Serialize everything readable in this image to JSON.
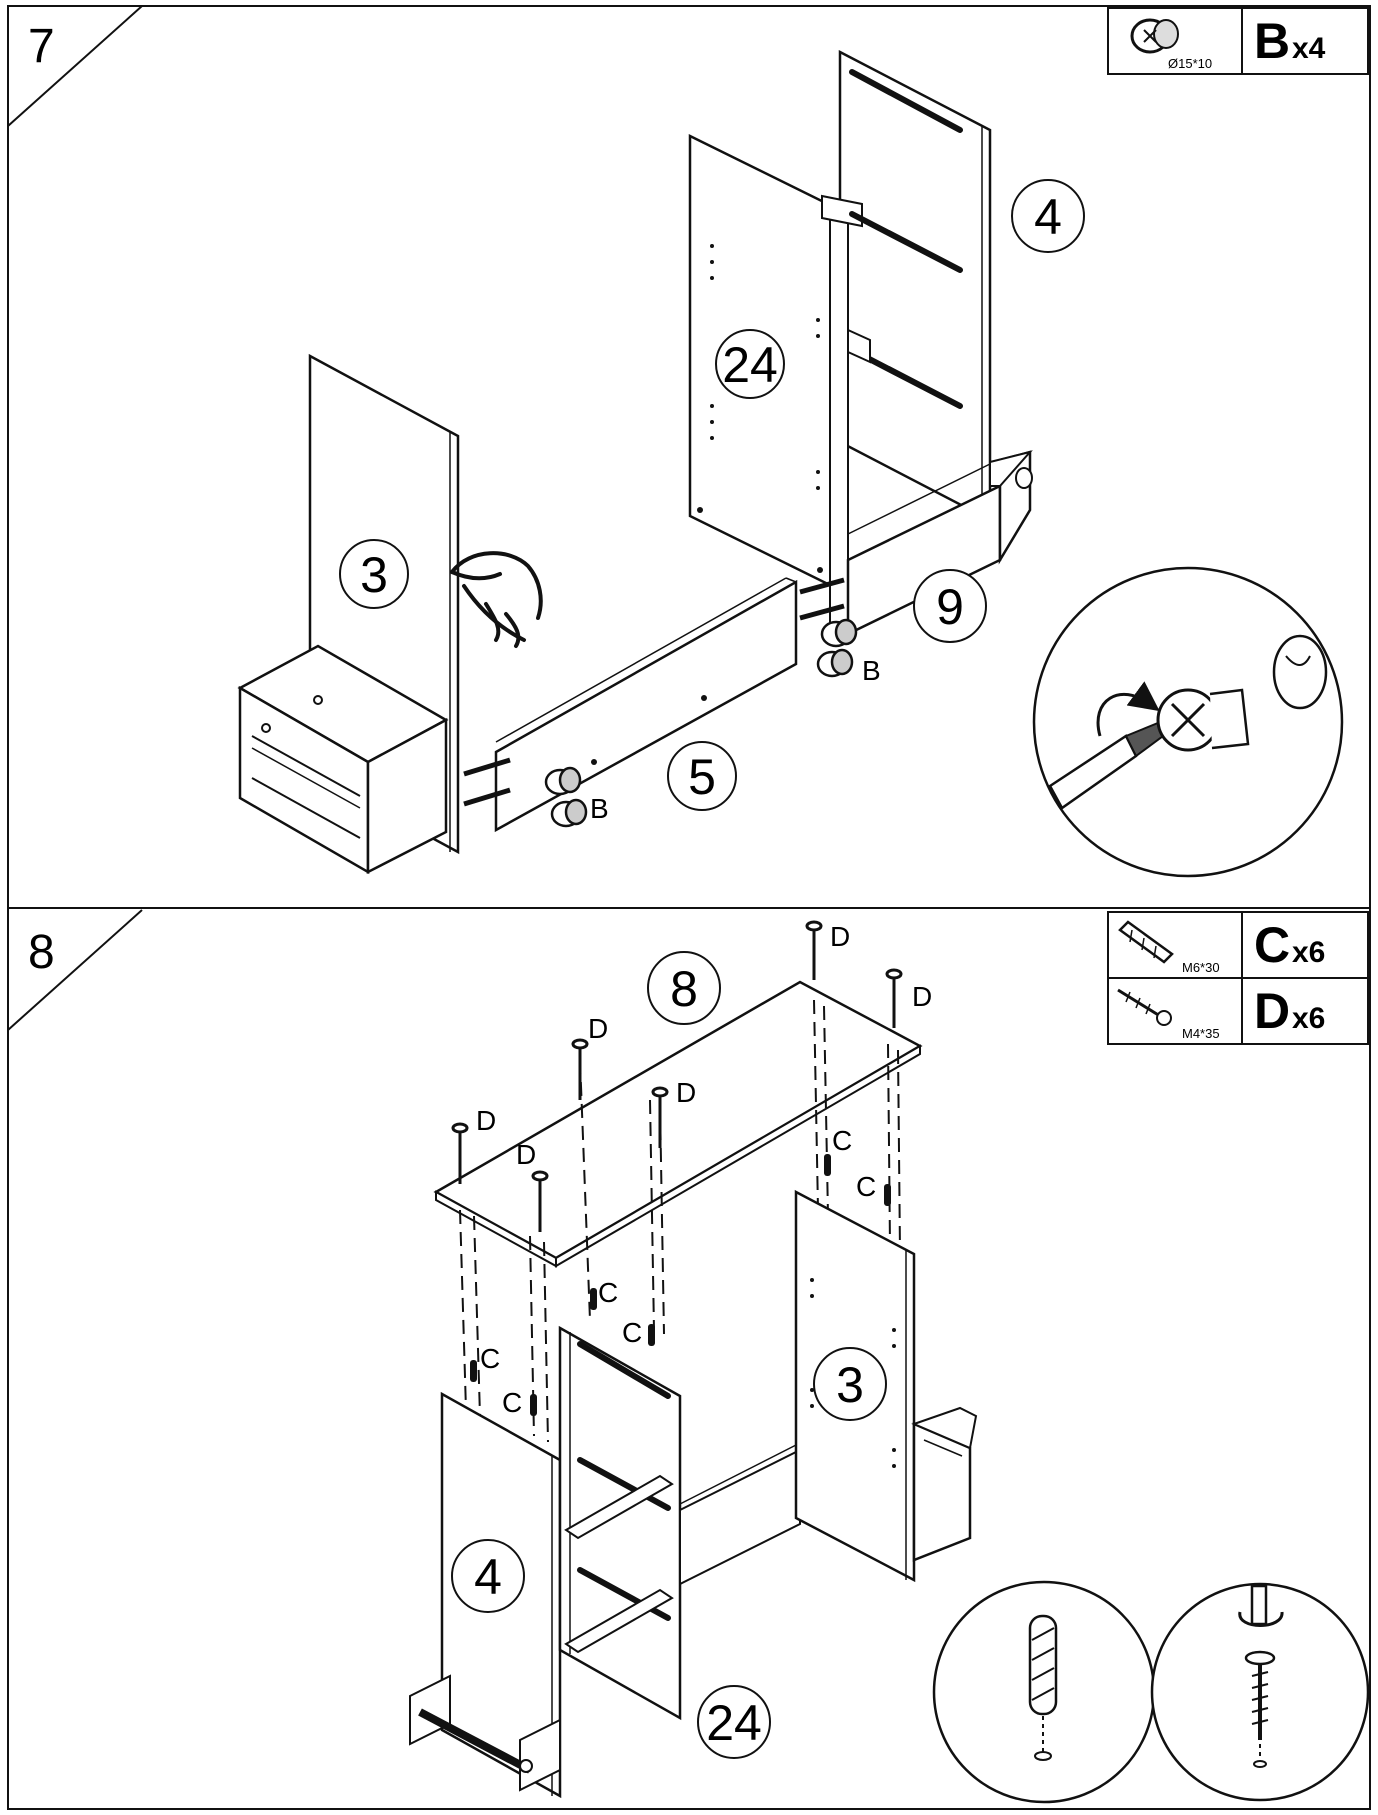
{
  "steps": [
    {
      "number": "7",
      "hardware": [
        {
          "code": "B",
          "qty": "x4",
          "size": "Ø15*10",
          "icon": "cam-lock-icon"
        }
      ],
      "parts": [
        "24",
        "4",
        "3",
        "9",
        "5"
      ],
      "fastener_labels": [
        "B",
        "B"
      ]
    },
    {
      "number": "8",
      "hardware": [
        {
          "code": "C",
          "qty": "x6",
          "size": "M6*30",
          "icon": "wooden-dowel-icon"
        },
        {
          "code": "D",
          "qty": "x6",
          "size": "M4*35",
          "icon": "screw-icon"
        }
      ],
      "parts": [
        "8",
        "3",
        "4",
        "24"
      ],
      "fastener_labels": {
        "D": [
          "D",
          "D",
          "D",
          "D",
          "D",
          "D"
        ],
        "C": [
          "C",
          "C",
          "C",
          "C",
          "C",
          "C"
        ]
      }
    }
  ],
  "colors": {
    "line": "#111111",
    "panel": "#ffffff",
    "background": "#ffffff"
  }
}
